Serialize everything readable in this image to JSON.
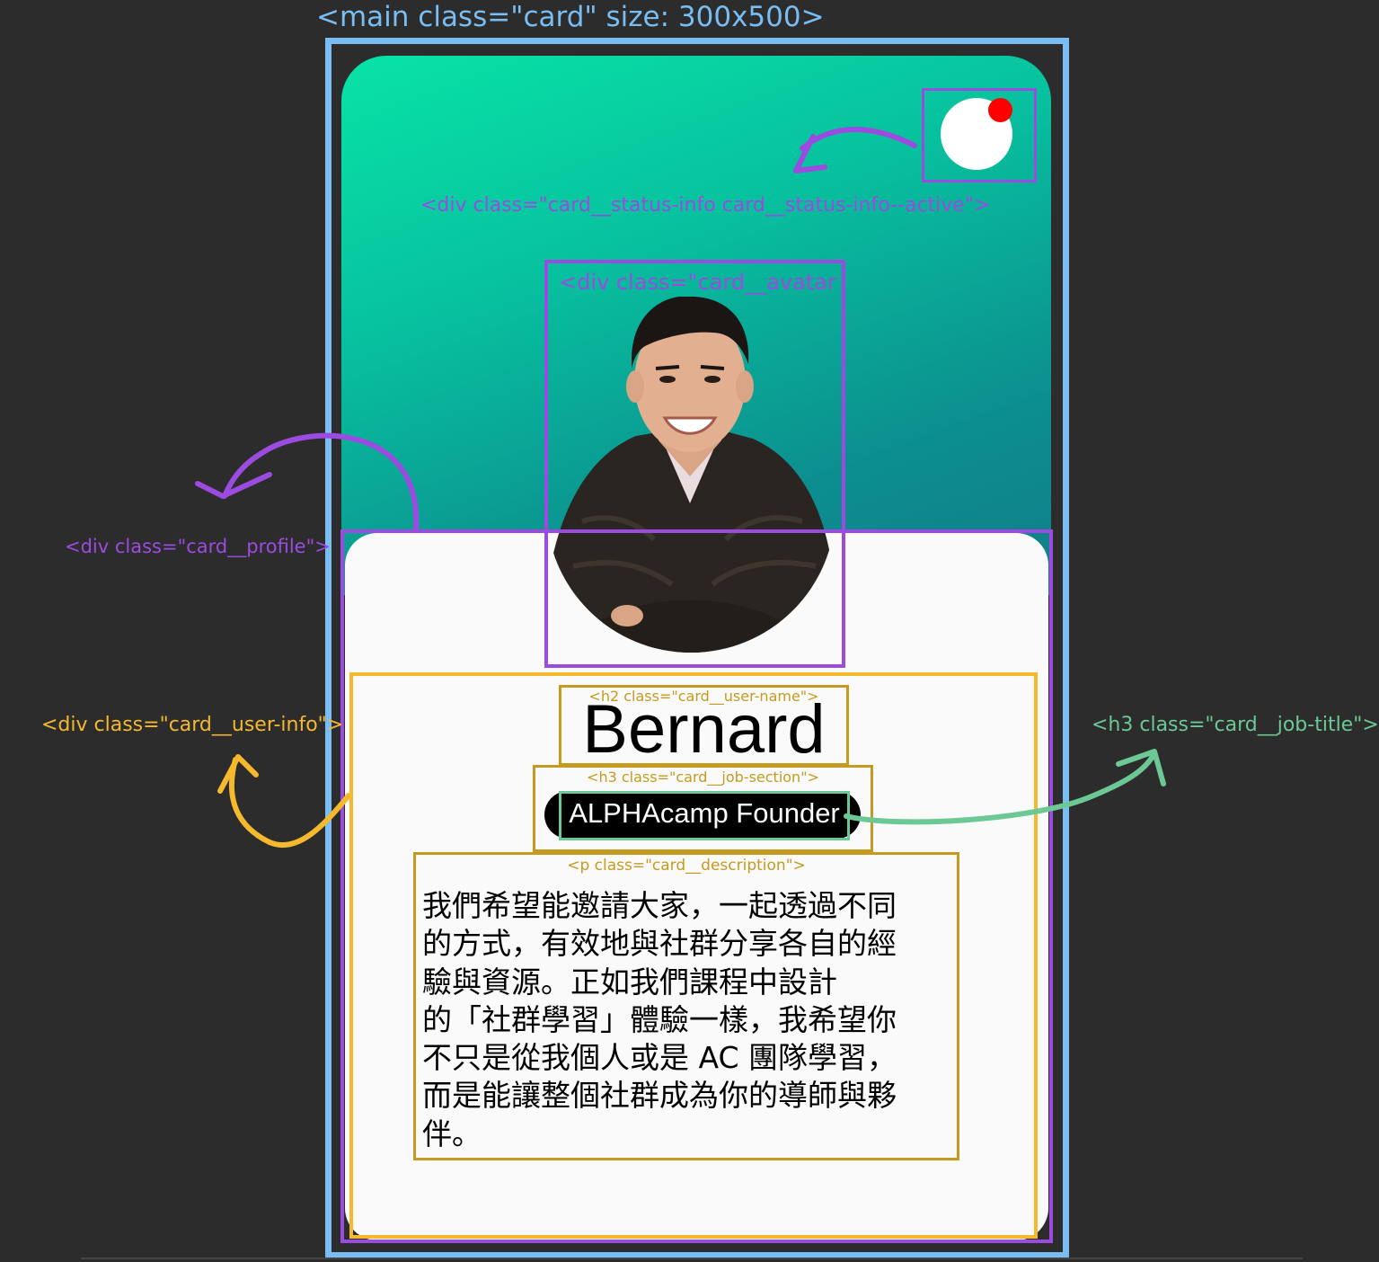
{
  "labels": {
    "main": "<main class=\"card\"  size: 300x500>",
    "status": "<div class=\"card__status-info card__status-info--active\">",
    "avatar": "<div class=\"card__avatar",
    "profile": "<div class=\"card__profile\">",
    "user_info": "<div class=\"card__user-info\">",
    "user_name_tag": "<h2 class=\"card__user-name\">",
    "job_section_tag": "<h3 class=\"card__job-section\">",
    "job_title_tag": "<h3 class=\"card__job-title\">",
    "description_tag": "<p class=\"card__description\">"
  },
  "card": {
    "user_name": "Bernard",
    "job_title": "ALPHAcamp Founder",
    "description": "我們希望能邀請大家，一起透過不同\n的方式，有效地與社群分享各自的經\n驗與資源。正如我們課程中設計\n的「社群學習」體驗一樣，我希望你\n不只是從我個人或是 AC 團隊學習，\n而是能讓整個社群成為你的導師與夥\n伴。"
  },
  "colors": {
    "main_frame": "#79bdf2",
    "profile_frame": "#9b4be0",
    "user_info_frame": "#f5b92e",
    "inner_frame": "#c59a1f",
    "job_title_frame": "#6cc894",
    "status_active": "#ff0000",
    "gradient_top": "#08e3a6",
    "gradient_bottom": "#117e89"
  }
}
